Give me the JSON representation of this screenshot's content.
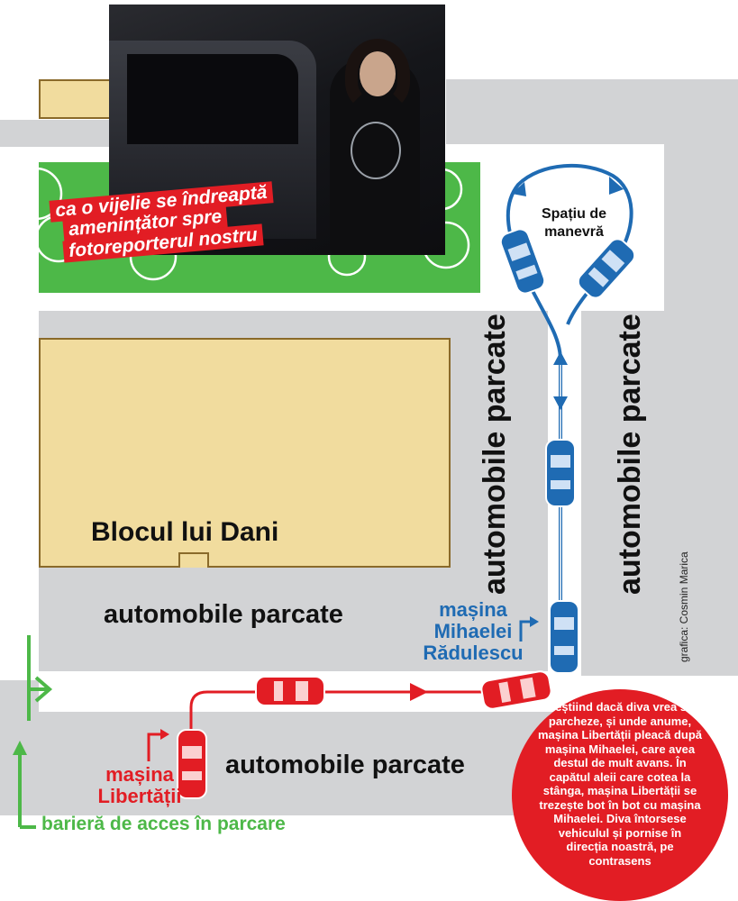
{
  "map": {
    "parking_labels": {
      "left_bottom": "automobile parcate",
      "lower_center": "automobile parcate",
      "vertical_center": "automobile parcate",
      "vertical_right": "automobile parcate"
    },
    "building_label": "Blocul lui Dani",
    "maneuver_label": "Spațiu de manevră",
    "blue_car_label": [
      "mașina",
      "Mihaelei",
      "Rădulescu"
    ],
    "red_car_label": [
      "mașina",
      "Libertății"
    ],
    "barrier_label": "barieră de acces în parcare",
    "photo_caption": [
      "ca o vijelie se îndreaptă",
      "amenințător spre",
      "fotoreporterul nostru"
    ],
    "story_text": "Neștiind dacă diva vrea să parcheze, și unde anume, mașina Libertății pleacă după mașina Mihaelei, care avea destul de mult avans. În capătul aleii care cotea la stânga, mașina Libertății se trezește bot în bot cu mașina Mihaelei. Diva întorsese vehiculul și pornise în direcția noastră, pe contrasens",
    "credit": "grafica: Cosmin Marica"
  },
  "colors": {
    "road_gray": "#d2d3d5",
    "building": "#f1dc9e",
    "grass": "#4db848",
    "blue_route": "#1f6bb3",
    "red_route": "#e21d24"
  }
}
